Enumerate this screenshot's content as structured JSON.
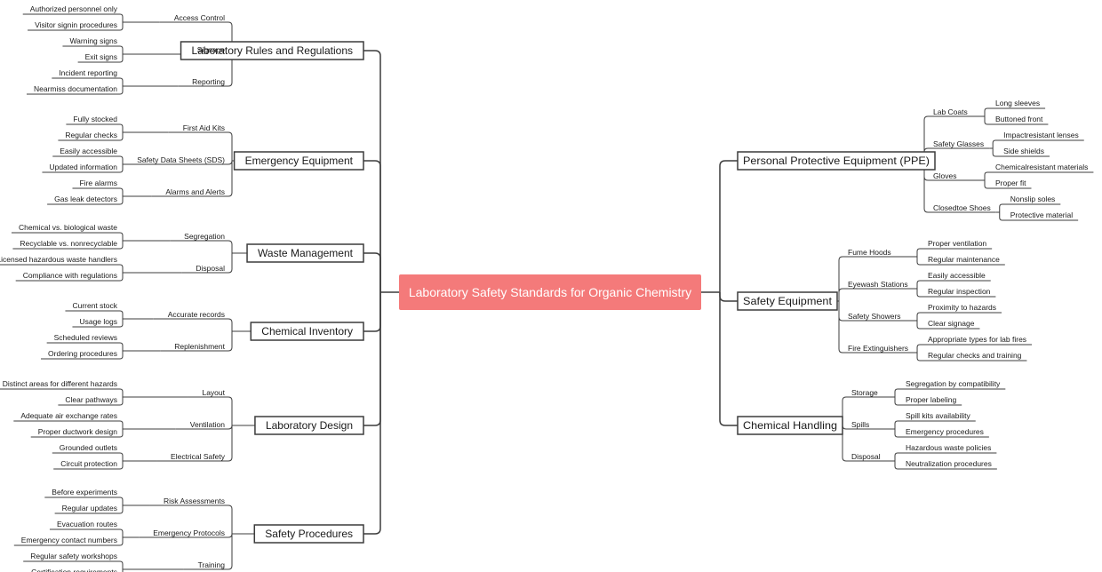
{
  "root": {
    "label": "Laboratory Safety Standards for Organic Chemistry"
  },
  "left": [
    {
      "label": "Laboratory Rules and Regulations",
      "children": [
        {
          "label": "Access Control",
          "children": [
            "Authorized personnel only",
            "Visitor signin procedures"
          ]
        },
        {
          "label": "Signage",
          "children": [
            "Warning signs",
            "Exit signs"
          ]
        },
        {
          "label": "Reporting",
          "children": [
            "Incident reporting",
            "Nearmiss documentation"
          ]
        }
      ]
    },
    {
      "label": "Emergency Equipment",
      "children": [
        {
          "label": "First Aid Kits",
          "children": [
            "Fully stocked",
            "Regular checks"
          ]
        },
        {
          "label": "Safety Data Sheets (SDS)",
          "children": [
            "Easily accessible",
            "Updated information"
          ]
        },
        {
          "label": "Alarms and Alerts",
          "children": [
            "Fire alarms",
            "Gas leak detectors"
          ]
        }
      ]
    },
    {
      "label": "Waste Management",
      "children": [
        {
          "label": "Segregation",
          "children": [
            "Chemical vs. biological waste",
            "Recyclable vs. nonrecyclable"
          ]
        },
        {
          "label": "Disposal",
          "children": [
            "Licensed hazardous waste handlers",
            "Compliance with regulations"
          ]
        }
      ]
    },
    {
      "label": "Chemical Inventory",
      "children": [
        {
          "label": "Accurate records",
          "children": [
            "Current stock",
            "Usage logs"
          ]
        },
        {
          "label": "Replenishment",
          "children": [
            "Scheduled reviews",
            "Ordering procedures"
          ]
        }
      ]
    },
    {
      "label": "Laboratory Design",
      "children": [
        {
          "label": "Layout",
          "children": [
            "Distinct areas for different hazards",
            "Clear pathways"
          ]
        },
        {
          "label": "Ventilation",
          "children": [
            "Adequate air exchange rates",
            "Proper ductwork design"
          ]
        },
        {
          "label": "Electrical Safety",
          "children": [
            "Grounded outlets",
            "Circuit protection"
          ]
        }
      ]
    },
    {
      "label": "Safety Procedures",
      "children": [
        {
          "label": "Risk Assessments",
          "children": [
            "Before experiments",
            "Regular updates"
          ]
        },
        {
          "label": "Emergency Protocols",
          "children": [
            "Evacuation routes",
            "Emergency contact numbers"
          ]
        },
        {
          "label": "Training",
          "children": [
            "Regular safety workshops",
            "Certification requirements"
          ]
        }
      ]
    }
  ],
  "right": [
    {
      "label": "Personal Protective Equipment (PPE)",
      "children": [
        {
          "label": "Lab Coats",
          "children": [
            "Long sleeves",
            "Buttoned front"
          ]
        },
        {
          "label": "Safety Glasses",
          "children": [
            "Impactresistant lenses",
            "Side shields"
          ]
        },
        {
          "label": "Gloves",
          "children": [
            "Chemicalresistant materials",
            "Proper fit"
          ]
        },
        {
          "label": "Closedtoe Shoes",
          "children": [
            "Nonslip soles",
            "Protective material"
          ]
        }
      ]
    },
    {
      "label": "Safety Equipment",
      "children": [
        {
          "label": "Fume Hoods",
          "children": [
            "Proper ventilation",
            "Regular maintenance"
          ]
        },
        {
          "label": "Eyewash Stations",
          "children": [
            "Easily accessible",
            "Regular inspection"
          ]
        },
        {
          "label": "Safety Showers",
          "children": [
            "Proximity to hazards",
            "Clear signage"
          ]
        },
        {
          "label": "Fire Extinguishers",
          "children": [
            "Appropriate types for lab fires",
            "Regular checks and training"
          ]
        }
      ]
    },
    {
      "label": "Chemical Handling",
      "children": [
        {
          "label": "Storage",
          "children": [
            "Segregation by compatibility",
            "Proper labeling"
          ]
        },
        {
          "label": "Spills",
          "children": [
            "Spill kits availability",
            "Emergency procedures"
          ]
        },
        {
          "label": "Disposal",
          "children": [
            "Hazardous waste policies",
            "Neutralization procedures"
          ]
        }
      ]
    }
  ]
}
